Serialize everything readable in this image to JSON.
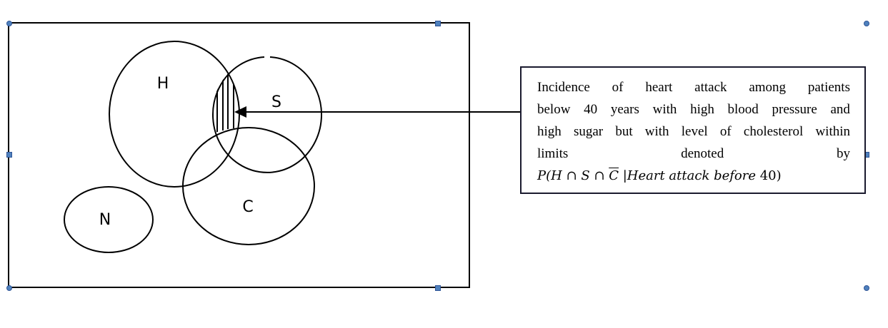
{
  "diagram": {
    "sets": [
      {
        "id": "H",
        "label": "H"
      },
      {
        "id": "S",
        "label": "S"
      },
      {
        "id": "C",
        "label": "C"
      },
      {
        "id": "N",
        "label": "N"
      }
    ],
    "shaded_region": "H ∩ S ∩ C̄",
    "annotation": {
      "lines": [
        [
          "Incidence",
          "of",
          "heart",
          "attack",
          "among",
          "patients"
        ],
        [
          "below",
          "40",
          "years",
          "with",
          "high",
          "blood",
          "pressure",
          "and"
        ],
        [
          "high",
          "sugar",
          "but",
          "with",
          "level",
          "of",
          "cholesterol",
          "within"
        ],
        [
          "limits",
          "denoted",
          "by"
        ]
      ],
      "formula": {
        "prefix": "P(H ∩ S ∩ ",
        "complement": "C",
        "suffix": " |Heart attack before ",
        "number": "40",
        "close": ")"
      }
    },
    "colors": {
      "stroke": "#000000",
      "handle": "#4f81bd"
    }
  }
}
